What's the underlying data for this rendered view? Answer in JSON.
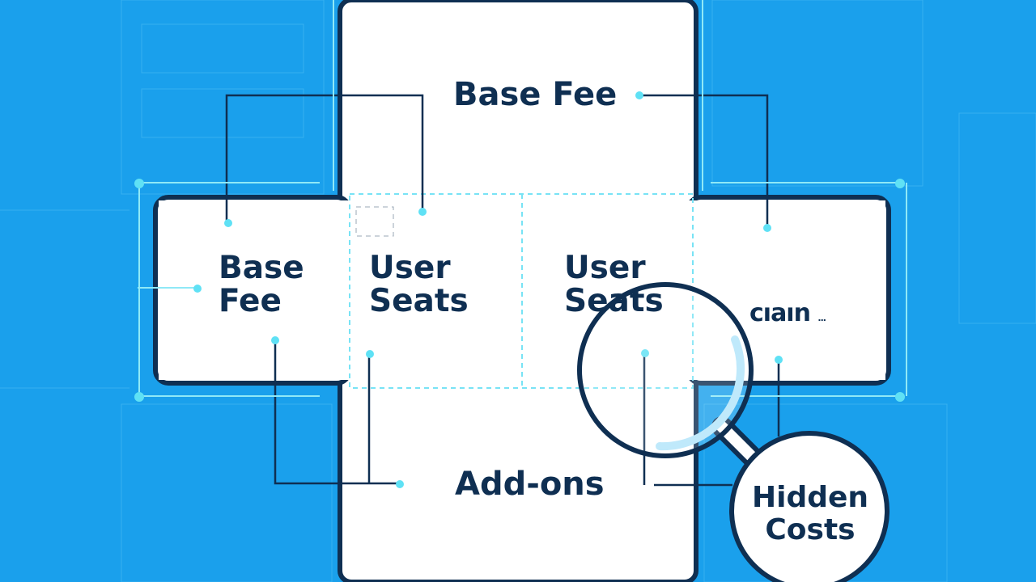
{
  "diagram": {
    "top_block": {
      "label": "Base Fee"
    },
    "left_block": {
      "label": "Base\nFee"
    },
    "center_left_block": {
      "label": "User\nSeats"
    },
    "center_right_block": {
      "label": "User\nSeats"
    },
    "right_block": {
      "label": "cıaın",
      "suffix": "..."
    },
    "bottom_block": {
      "label": "Add-ons"
    },
    "magnifier": {
      "label": "Hidden\nCosts"
    }
  },
  "colors": {
    "background": "#1aa0ec",
    "panel": "#ffffff",
    "outline": "#0f2f52",
    "accent_line": "#5fe1f5",
    "text": "#0f2f52"
  }
}
